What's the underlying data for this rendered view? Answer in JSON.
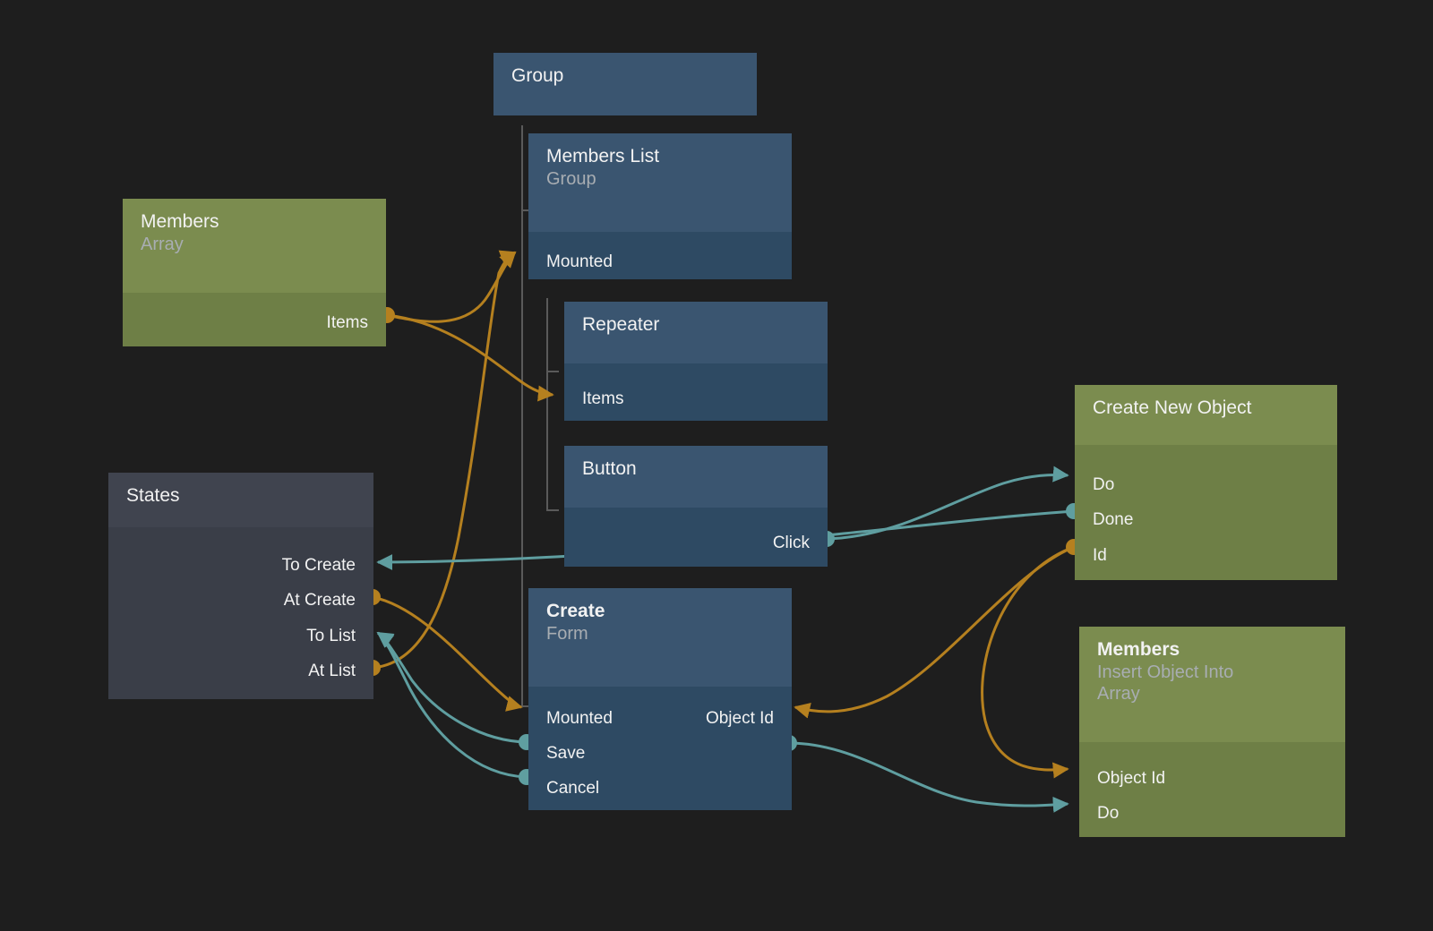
{
  "graph": {
    "background": "#1e1e1e",
    "colors": {
      "blue_header": "#3a5570",
      "blue_body": "#2e4a63",
      "green_header": "#7b8c4f",
      "green_body": "#6e7f46",
      "grey_header": "#40444f",
      "grey_body": "#3a3e48",
      "wire_signal": "#b5801f",
      "wire_event": "#5f9ea0",
      "text": "#f2f2f2",
      "subtext": "#a8adb2"
    },
    "nodes": [
      {
        "id": "group",
        "title": "Group",
        "subtitle": "",
        "palette": "blue",
        "ports_left": [],
        "ports_right": []
      },
      {
        "id": "members-list",
        "title": "Members List",
        "subtitle": "Group",
        "palette": "blue",
        "ports_left": [
          "Mounted"
        ],
        "ports_right": []
      },
      {
        "id": "repeater",
        "title": "Repeater",
        "subtitle": "",
        "palette": "blue",
        "ports_left": [
          "Items"
        ],
        "ports_right": []
      },
      {
        "id": "button",
        "title": "Button",
        "subtitle": "",
        "palette": "blue",
        "ports_left": [],
        "ports_right": [
          "Click"
        ]
      },
      {
        "id": "create-form",
        "title": "Create",
        "subtitle": "Form",
        "palette": "blue",
        "ports_left": [
          "Mounted",
          "Save",
          "Cancel"
        ],
        "ports_right": [
          "Object Id",
          ""
        ]
      },
      {
        "id": "members-array",
        "title": "Members",
        "subtitle": "Array",
        "palette": "green",
        "ports_left": [],
        "ports_right": [
          "Items"
        ]
      },
      {
        "id": "states",
        "title": "States",
        "subtitle": "",
        "palette": "grey",
        "ports_left": [],
        "ports_right": [
          "To Create",
          "At Create",
          "To List",
          "At List"
        ]
      },
      {
        "id": "create-new-object",
        "title": "Create New Object",
        "subtitle": "",
        "palette": "green",
        "ports_left": [
          "Do",
          "Done",
          "Id"
        ],
        "ports_right": []
      },
      {
        "id": "members-insert",
        "title": "Members",
        "subtitle": "Insert Object Into Array",
        "palette": "green",
        "ports_left": [
          "Object Id",
          "Do"
        ],
        "ports_right": []
      }
    ],
    "connections": [
      {
        "from": "members-array.Items",
        "to": "members-list.Mounted",
        "kind": "signal"
      },
      {
        "from": "members-array.Items",
        "to": "repeater.Items",
        "kind": "signal"
      },
      {
        "from": "states.At Create",
        "to": "create-form.Mounted",
        "kind": "signal"
      },
      {
        "from": "states.At List",
        "to": "members-list.Mounted",
        "kind": "signal"
      },
      {
        "from": "button.Click",
        "to": "create-new-object.Do",
        "kind": "event"
      },
      {
        "from": "create-new-object.Done",
        "to": "states.To Create",
        "kind": "event"
      },
      {
        "from": "create-new-object.Id",
        "to": "create-form.Object Id",
        "kind": "signal"
      },
      {
        "from": "create-new-object.Id",
        "to": "members-insert.Object Id",
        "kind": "signal"
      },
      {
        "from": "create-form.Save",
        "to": "states.To List",
        "kind": "event"
      },
      {
        "from": "create-form.Cancel",
        "to": "states.To List",
        "kind": "event"
      },
      {
        "from": "create-form.out",
        "to": "members-insert.Do",
        "kind": "event"
      }
    ]
  }
}
